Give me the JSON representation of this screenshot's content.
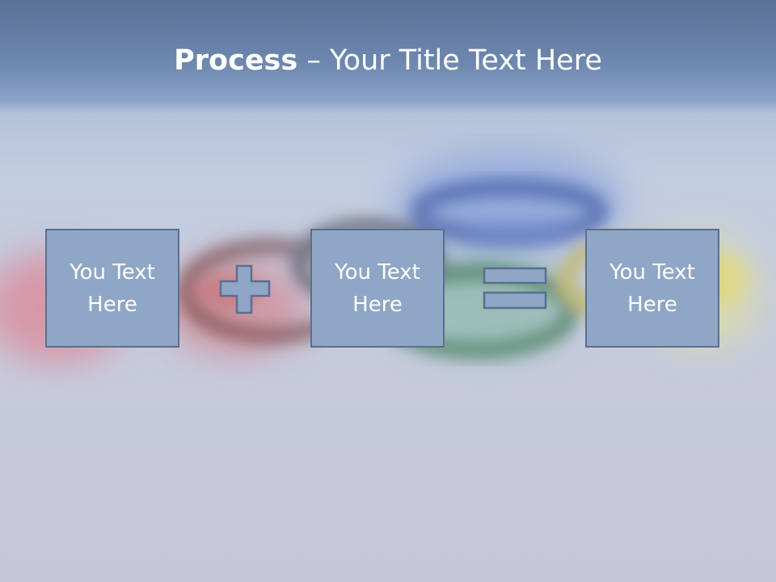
{
  "slide": {
    "title_bold": "Process",
    "title_rest": " – Your Title Text Here",
    "boxes": [
      {
        "label": "You Text Here"
      },
      {
        "label": "You Text Here"
      },
      {
        "label": "You Text Here"
      }
    ],
    "operators": [
      "plus-icon",
      "equals-icon"
    ],
    "colors": {
      "box_fill": "#8fa6c6",
      "box_border": "#5a6f8f",
      "header_band": "#5b7196",
      "text": "#ffffff"
    }
  }
}
